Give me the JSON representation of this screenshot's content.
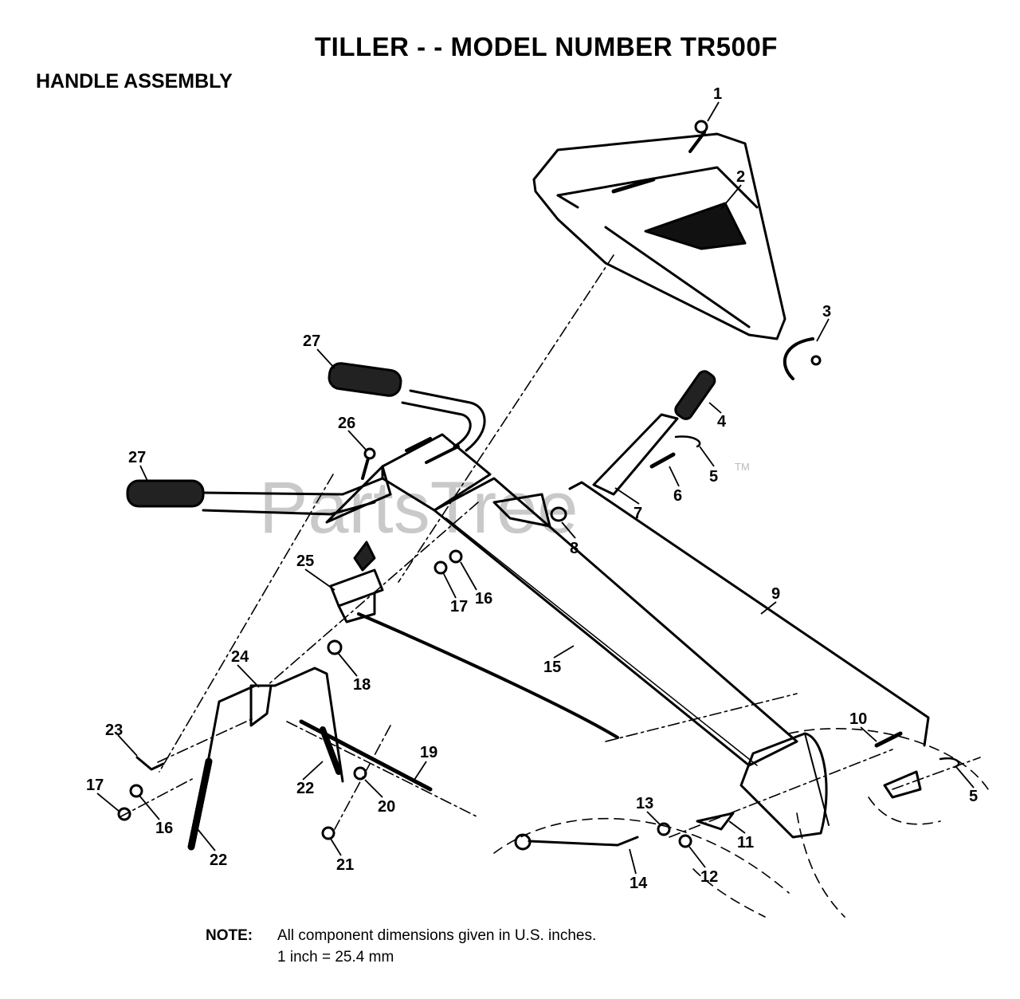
{
  "title": "TILLER - - MODEL NUMBER TR500F",
  "subtitle": "HANDLE ASSEMBLY",
  "note": {
    "label": "NOTE:",
    "line1": "All component dimensions given in U.S. inches.",
    "line2": "1 inch = 25.4 mm"
  },
  "watermark": {
    "text": "PartsTree",
    "tm": "TM"
  },
  "callouts": {
    "c1": "1",
    "c2": "2",
    "c3": "3",
    "c4": "4",
    "c5a": "5",
    "c5b": "5",
    "c6": "6",
    "c7": "7",
    "c8": "8",
    "c9": "9",
    "c10": "10",
    "c11": "11",
    "c12": "12",
    "c13": "13",
    "c14": "14",
    "c15": "15",
    "c16a": "16",
    "c16b": "16",
    "c17a": "17",
    "c17b": "17",
    "c18": "18",
    "c19": "19",
    "c20": "20",
    "c21": "21",
    "c22a": "22",
    "c22b": "22",
    "c23": "23",
    "c24": "24",
    "c25": "25",
    "c26": "26",
    "c27a": "27",
    "c27b": "27"
  }
}
